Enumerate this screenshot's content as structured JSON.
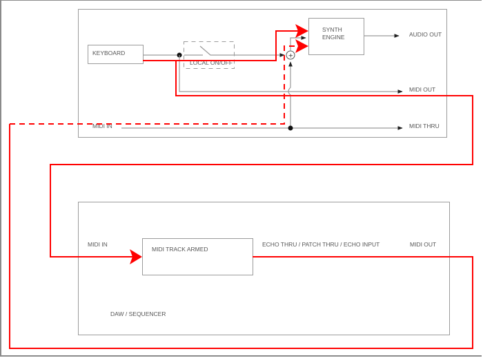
{
  "diagram": {
    "title": "MIDI Local Control / DAW Echo Thru routing",
    "colors": {
      "signal_path": "#ff0000",
      "wire": "#9a9a9a",
      "box_border": "#9a9a9a",
      "text": "#555555"
    },
    "synth": {
      "keyboard_label": "KEYBOARD",
      "local_switch_label": "LOCAL ON/OFF",
      "engine_label_line1": "SYNTH",
      "engine_label_line2": "ENGINE",
      "audio_out_label": "AUDIO OUT",
      "midi_out_label": "MIDI OUT",
      "midi_in_label": "MIDI IN",
      "midi_thru_label": "MIDI THRU",
      "mixer_symbol": "+"
    },
    "daw": {
      "midi_in_label": "MIDI IN",
      "track_label": "MIDI TRACK ARMED",
      "echo_label": "ECHO THRU / PATCH THRU / ECHO INPUT",
      "midi_out_label": "MIDI OUT",
      "daw_label": "DAW / SEQUENCER"
    }
  }
}
